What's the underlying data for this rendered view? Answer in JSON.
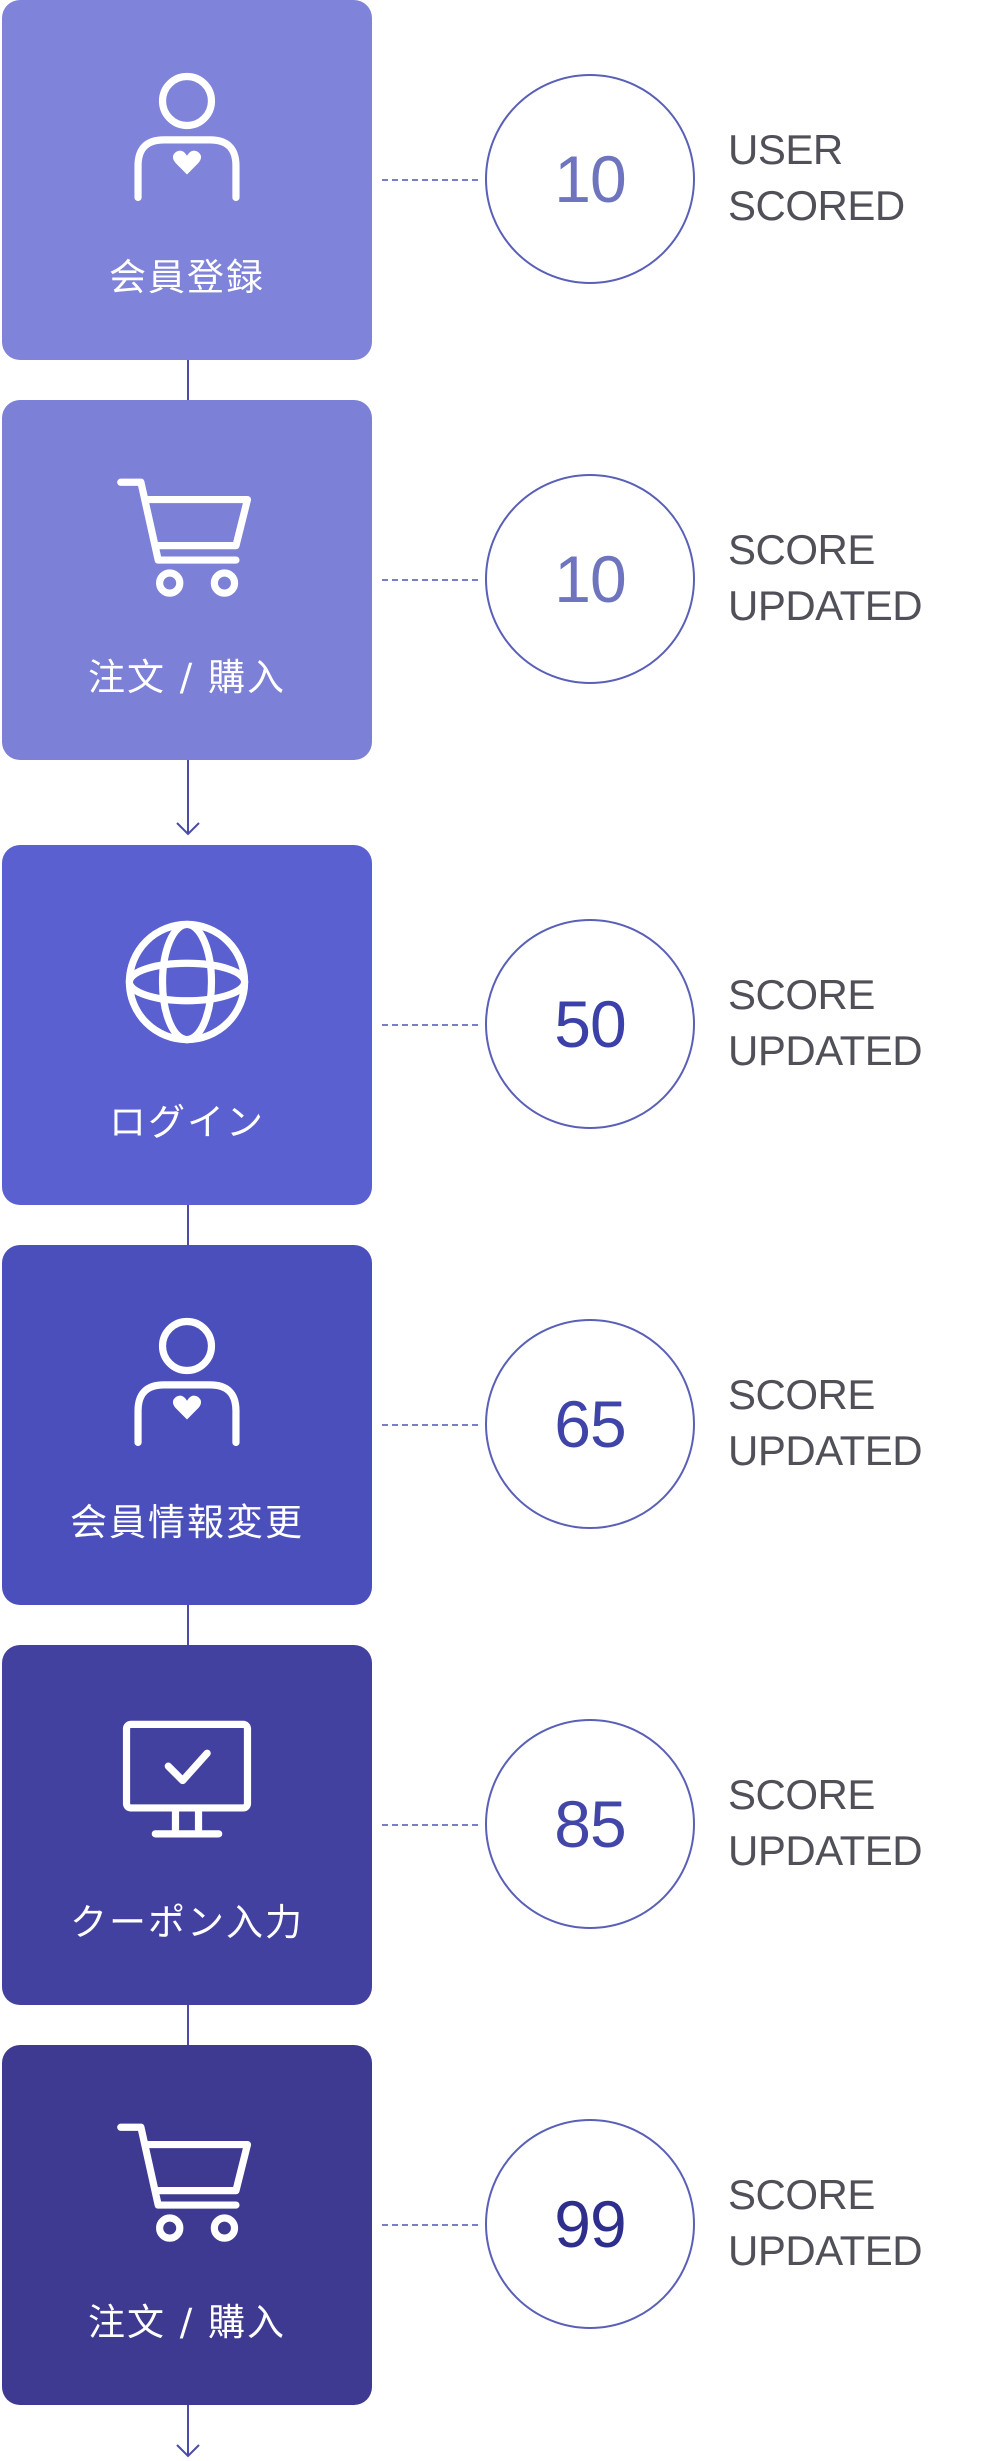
{
  "steps": [
    {
      "label": "会員登録",
      "icon": "user-icon",
      "score": "10",
      "status_line1": "USER",
      "status_line2": "SCORED",
      "card_color": "#7f83d9",
      "score_color": "#6f74bf"
    },
    {
      "label": "注文 / 購入",
      "icon": "shopping-cart-icon",
      "score": "10",
      "status_line1": "SCORE",
      "status_line2": "UPDATED",
      "card_color": "#7c80d6",
      "score_color": "#6f74bf"
    },
    {
      "label": "ログイン",
      "icon": "globe-icon",
      "score": "50",
      "status_line1": "SCORE",
      "status_line2": "UPDATED",
      "card_color": "#5a60cf",
      "score_color": "#3b41a8"
    },
    {
      "label": "会員情報変更",
      "icon": "user-icon",
      "score": "65",
      "status_line1": "SCORE",
      "status_line2": "UPDATED",
      "card_color": "#4a4fbb",
      "score_color": "#3e44a8"
    },
    {
      "label": "クーポン入力",
      "icon": "monitor-check-icon",
      "score": "85",
      "status_line1": "SCORE",
      "status_line2": "UPDATED",
      "card_color": "#43419f",
      "score_color": "#4246a9"
    },
    {
      "label": "注文 / 購入",
      "icon": "shopping-cart-icon",
      "score": "99",
      "status_line1": "SCORE",
      "status_line2": "UPDATED",
      "card_color": "#3f3a91",
      "score_color": "#2e2f8c"
    }
  ]
}
